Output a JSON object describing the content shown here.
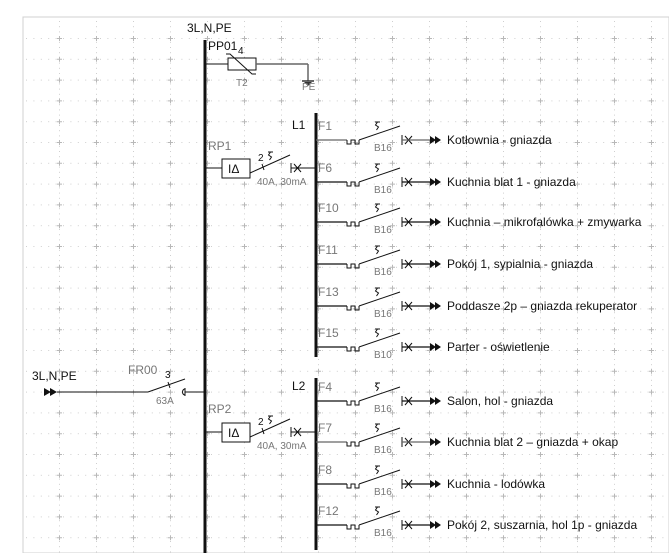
{
  "diagram": {
    "type": "electrical-single-line",
    "supply_top_label": "3L,N,PE",
    "supply_left_label": "3L,N,PE",
    "surge_protector": {
      "label": "PP01",
      "poles": "4",
      "type": "T2",
      "ground_label": "PE"
    },
    "main_switch": {
      "label": "FR00",
      "poles": "3",
      "rating": "63A"
    },
    "rcds": [
      {
        "label": "RP1",
        "symbol": "IΔ",
        "poles": "2",
        "rating": "40A, 30mA",
        "bus_label": "L1",
        "circuits": [
          {
            "id": "F1",
            "breaker": "B16",
            "description": "Kotłownia - gniazda"
          },
          {
            "id": "F6",
            "breaker": "B16",
            "description": "Kuchnia blat 1 - gniazda"
          },
          {
            "id": "F10",
            "breaker": "B16",
            "description": "Kuchnia – mikrofalówka + zmywarka"
          },
          {
            "id": "F11",
            "breaker": "B16",
            "description": "Pokój 1, sypialnia - gniazda"
          },
          {
            "id": "F13",
            "breaker": "B16",
            "description": "Poddasze 2p – gniazda rekuperator"
          },
          {
            "id": "F15",
            "breaker": "B10",
            "description": "Parter - oświetlenie"
          }
        ]
      },
      {
        "label": "RP2",
        "symbol": "IΔ",
        "poles": "2",
        "rating": "40A, 30mA",
        "bus_label": "L2",
        "circuits": [
          {
            "id": "F4",
            "breaker": "B16",
            "description": "Salon, hol - gniazda"
          },
          {
            "id": "F7",
            "breaker": "B16",
            "description": "Kuchnia blat 2 – gniazda + okap"
          },
          {
            "id": "F8",
            "breaker": "B16",
            "description": "Kuchnia - lodówka"
          },
          {
            "id": "F12",
            "breaker": "B16",
            "description": "Pokój 2, suszarnia, hol 1p - gniazda"
          }
        ]
      }
    ]
  },
  "colors": {
    "line": "#111111",
    "gray_line": "#666666",
    "label_gray": "#777777",
    "grid": "#c8c8c8",
    "page_border": "#d0d0d0"
  }
}
